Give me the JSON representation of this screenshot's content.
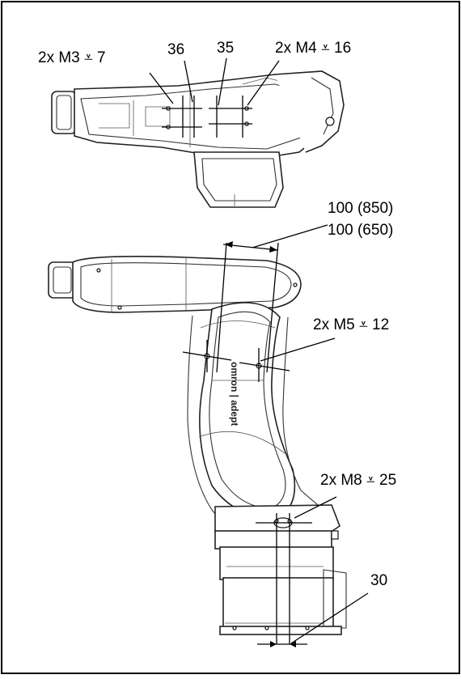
{
  "callouts": {
    "m3_top": "2x M3 ⩡ 7",
    "dim_36": "36",
    "dim_35": "35",
    "m4_top": "2x M4 ⩡ 16",
    "arm_850": "100 (850)",
    "arm_650": "100 (650)",
    "m5_link": "2x M5 ⩡ 12",
    "m8_base": "2x M8 ⩡ 25",
    "dim_30": "30"
  },
  "branding": {
    "logo": "omron | adept"
  }
}
